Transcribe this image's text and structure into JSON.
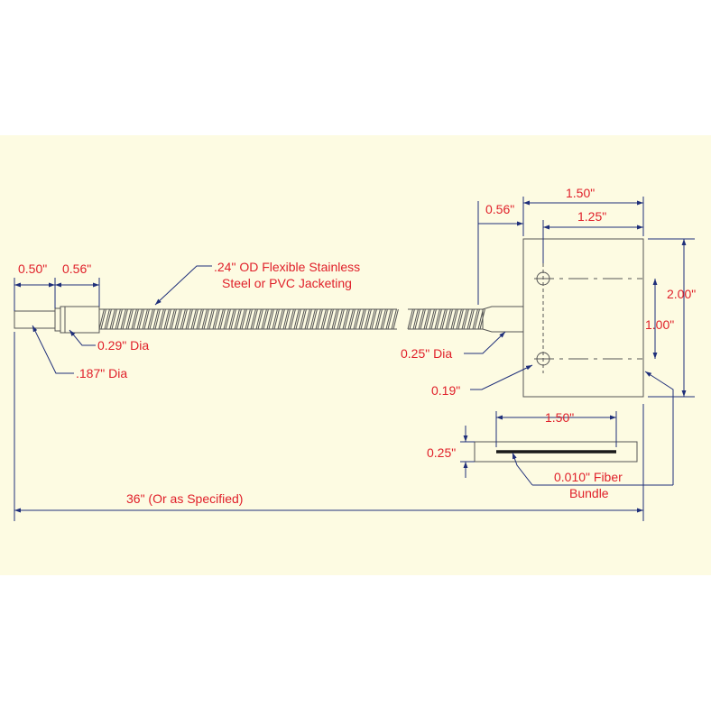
{
  "colors": {
    "page_background": "#ffffff",
    "panel_background": "#fdfbe2",
    "dimension_text": "#e0202a",
    "dimension_line": "#1f2f7a",
    "part_outline": "#555555",
    "fiber_bundle": "#1a1a1a"
  },
  "left_connector": {
    "dim_tip_length": "0.50\"",
    "dim_ferrule_length": "0.56\"",
    "note_ferrule_dia": "0.29\" Dia",
    "note_tip_dia": ".187\" Dia"
  },
  "jacket": {
    "note_line1": ".24\" OD Flexible Stainless",
    "note_line2": "Steel or PVC Jacketing"
  },
  "right_connector": {
    "dim_ferrule_length": "0.56\"",
    "note_dia": "0.25\" Dia"
  },
  "block": {
    "dim_width": "1.50\"",
    "dim_hole_span": "1.25\"",
    "dim_height": "2.00\"",
    "dim_hole_spacing": "1.00\"",
    "note_hole_dia": "0.19\""
  },
  "line_face": {
    "dim_length": "1.50\"",
    "dim_thickness": "0.25\"",
    "note_line1": "0.010\" Fiber",
    "note_line2": "Bundle"
  },
  "overall": {
    "dim_length": "36\" (Or as Specified)"
  }
}
